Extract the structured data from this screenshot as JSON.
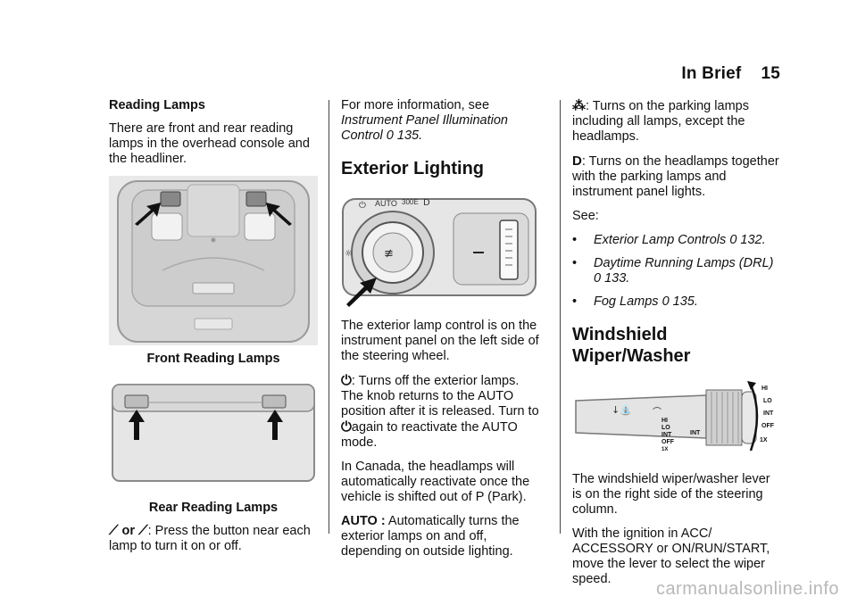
{
  "header": {
    "section": "In Brief",
    "page": "15"
  },
  "col1": {
    "heading": "Reading Lamps",
    "intro": "There are front and rear reading lamps in the overhead console and the headliner.",
    "caption_front": "Front Reading Lamps",
    "caption_rear": "Rear Reading Lamps",
    "or_word": "or",
    "button_desc": ": Press the button near each lamp to turn it on or off."
  },
  "col2": {
    "more_info": "For more information, see",
    "more_link": "Instrument Panel Illumination Control",
    "more_ref": "0 135.",
    "section_title": "Exterior Lighting",
    "panel_labels": {
      "auto": "AUTO",
      "parking": "300E"
    },
    "para1": "The exterior lamp control is on the instrument panel on the left side of the steering wheel.",
    "off_desc": ": Turns off the exterior lamps. The knob returns to the AUTO position after it is released. Turn to",
    "off_again": "again to reactivate the AUTO mode.",
    "canada": "In Canada, the headlamps will automatically reactivate once the vehicle is shifted out of P (Park).",
    "auto_label": "AUTO :",
    "auto_desc": "Automatically turns the exterior lamps on and off, depending on outside lighting."
  },
  "col3": {
    "parking_desc": ": Turns on the parking lamps including all lamps, except the headlamps.",
    "headlamp_desc": ": Turns on the headlamps together with the parking lamps and instrument panel lights.",
    "see": "See:",
    "bullets": [
      {
        "dot": "•",
        "text": "Exterior Lamp Controls",
        "ref": "0 132."
      },
      {
        "dot": "•",
        "text": "Daytime Running Lamps (DRL)",
        "ref": "0 133."
      },
      {
        "dot": "•",
        "text": "Fog Lamps",
        "ref": "0 135."
      }
    ],
    "section_title": "Windshield Wiper/Washer",
    "lever_labels": {
      "hi": "HI",
      "lo": "LO",
      "int": "INT",
      "off": "OFF",
      "one": "1X",
      "stalk_int": "INT"
    },
    "para1": "The windshield wiper/washer lever is on the right side of the steering column.",
    "para2": "With the ignition in ACC/ ACCESSORY or ON/RUN/START, move the lever to select the wiper speed."
  },
  "watermark": "carmanualsonline.info"
}
